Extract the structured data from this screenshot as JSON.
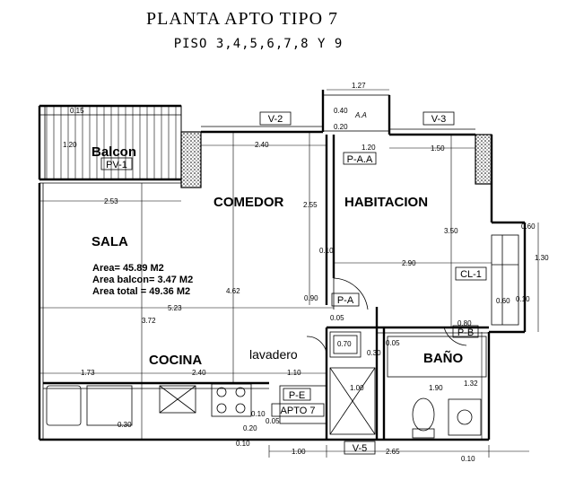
{
  "title": "PLANTA APTO TIPO 7",
  "subtitle": "PISO 3,4,5,6,7,8 Y 9",
  "rooms": {
    "balcon": "Balcon",
    "sala": "SALA",
    "comedor": "COMEDOR",
    "habitacion": "HABITACION",
    "cocina": "COCINA",
    "lavadero": "lavadero",
    "bano": "BAÑO"
  },
  "areas": {
    "area": "Area= 45.89 M2",
    "balcon": "Area balcon= 3.47 M2",
    "total": "Area total = 49.36 M2"
  },
  "tags": {
    "pv1": "PV-1",
    "v2": "V-2",
    "v3": "V-3",
    "v5": "V-5",
    "paa": "P-A.A",
    "pa": "P-A",
    "pb": "P-B",
    "pe": "P-E",
    "cl1": "CL-1",
    "apto": "APTO 7",
    "aa": "A.A"
  },
  "dims": {
    "d127": "1.27",
    "d040": "0.40",
    "d020_top": "0.20",
    "d015": "0.15",
    "d120": "1.20",
    "d240_top": "2.40",
    "d_120b": "1.20",
    "d150": "1.50",
    "d253": "2.53",
    "d255": "2.55",
    "d350": "3.50",
    "d060_r": "0.60",
    "d130": "1.30",
    "d010_mid": "0.10",
    "d290": "2.90",
    "d060_b": "0.60",
    "d010_r": "0.10",
    "d462": "4.62",
    "d090": "0.90",
    "d523": "5.23",
    "d372": "3.72",
    "d005_a": "0.05",
    "d080": "0.80",
    "d070": "0.70",
    "d005_b": "0.05",
    "d030_a": "0.30",
    "d173": "1.73",
    "d240_b": "2.40",
    "d110": "1.10",
    "d132": "1.32",
    "d100_a": "1.00",
    "d190": "1.90",
    "d030_b": "0.30",
    "d010_a": "0.10",
    "d020_b": "0.20",
    "d005_c": "0.05",
    "d010_b": "0.10",
    "d100_b": "1.00",
    "d265": "2.65",
    "d010_c": "0.10"
  }
}
